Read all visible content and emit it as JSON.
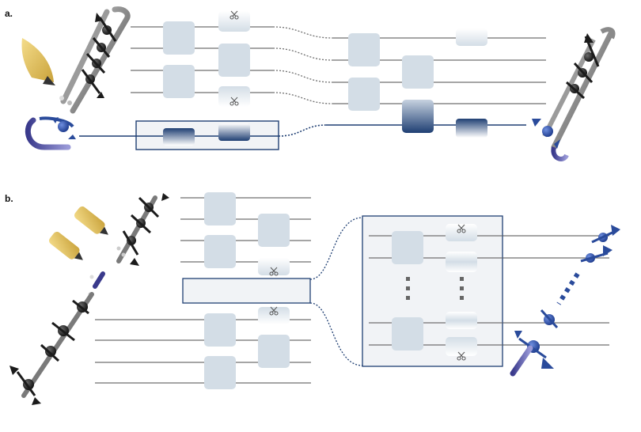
{
  "panels": {
    "a": {
      "label": "a."
    },
    "b": {
      "label": "b."
    }
  },
  "icons": {
    "gate": "gate-block",
    "partial_gate": "cut-gate-block",
    "cut": "scissors-icon",
    "chain": "spin-chain-icon",
    "spin": "spin-arrow-icon",
    "tweezer": "optical-tweezer-icon",
    "magnet": "magnet-icon",
    "ellipsis": "vertical-dots-icon"
  },
  "colors": {
    "gate_fill": "#d3dde6",
    "line": "#6f6f6f",
    "navy": "#1f3f73",
    "spin_black": "#1b1b1b",
    "spin_blue": "#2a4b9b",
    "tweezer_gold": "#e6c35a",
    "box_fill": "#f1f3f6"
  }
}
